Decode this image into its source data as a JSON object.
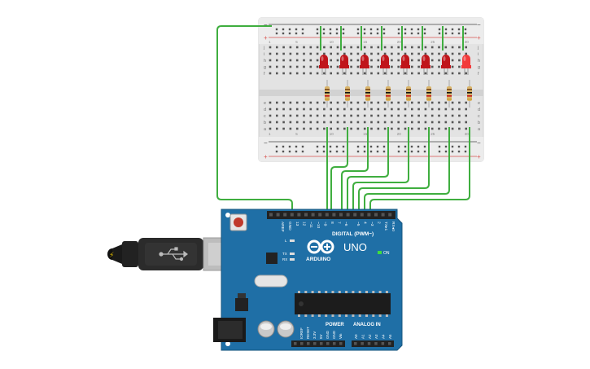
{
  "board": {
    "brand": "ARDUINO",
    "model": "UNO",
    "digital_header": "DIGITAL (PWM~)",
    "power_header": "POWER",
    "analog_header": "ANALOG IN",
    "on_label": "ON",
    "l_label": "L",
    "tx_label": "TX",
    "rx_label": "RX",
    "aref_label": "AREF",
    "gnd_label": "GND",
    "digital_pins": [
      "13",
      "12",
      "~11",
      "~10",
      "~9",
      "8",
      "7",
      "~6",
      "~5",
      "4",
      "~3",
      "2",
      "TX▸1",
      "RX◂0"
    ],
    "power_pins": [
      "IOREF",
      "RESET",
      "3.3V",
      "5V",
      "GND",
      "GND",
      "Vin"
    ],
    "analog_pins": [
      "A0",
      "A1",
      "A2",
      "A3",
      "A4",
      "A5"
    ]
  },
  "breadboard": {
    "plus_sign": "+",
    "minus_sign": "−",
    "rows_top": [
      "j",
      "i",
      "h",
      "g",
      "f"
    ],
    "rows_bottom": [
      "e",
      "d",
      "c",
      "b",
      "a"
    ],
    "column_numbers": [
      "1",
      "5",
      "10",
      "15",
      "20",
      "25",
      "30"
    ]
  },
  "leds": {
    "count": 8,
    "lit_index": 7,
    "off_color": "#c0151b",
    "lit_color": "#f23a3a"
  },
  "colors": {
    "wire": "#3fae3f",
    "board": "#1f6fa6",
    "board_dark": "#16547e",
    "breadboard": "#e6e6e6",
    "rail_red": "#d9534f",
    "rail_dark": "#333333"
  }
}
